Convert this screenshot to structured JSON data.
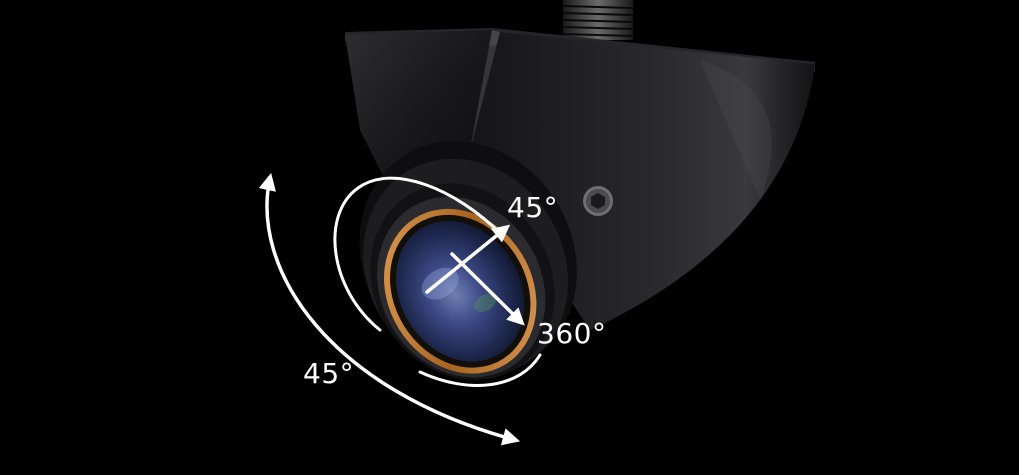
{
  "labels": {
    "tilt_top": "45°",
    "rotate": "360°",
    "tilt_side": "45°"
  },
  "colors": {
    "background": "#000000",
    "arrow": "#ffffff",
    "lens_ring": "#c8832f",
    "housing": "#1c1c1e"
  },
  "icons": {
    "mount_bolt": "threaded-stud",
    "set_screw": "hex-socket-screw"
  }
}
